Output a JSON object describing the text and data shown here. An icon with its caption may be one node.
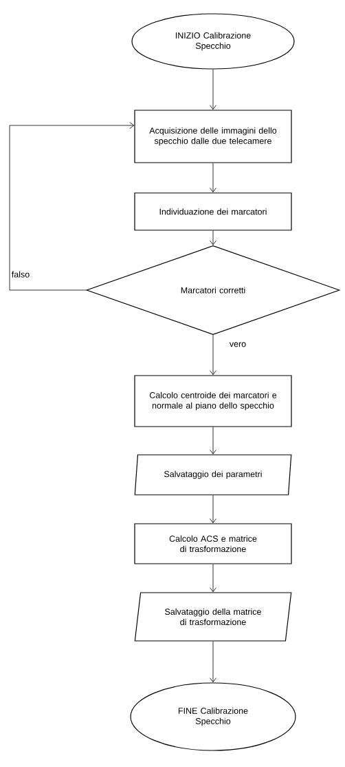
{
  "diagram": {
    "nodes": [
      {
        "text": [
          "INIZIO Calibrazione Specchio"
        ]
      },
      {
        "text": [
          "Acquisizione delle immagini dello specchio dalle due telecamere"
        ]
      },
      {
        "text": [
          "Individuazione dei marcatori"
        ]
      },
      {
        "text": [
          "Marcatori corretti"
        ]
      },
      {
        "text": [
          "Calcolo centroide dei marcatori e normale al piano dello specchio"
        ]
      },
      {
        "text": [
          "Salvataggio dei parametri"
        ]
      },
      {
        "text": [
          "Calcolo ACS e matrice di trasformazione"
        ]
      },
      {
        "text": [
          "Salvataggio della matrice di trasformazione"
        ]
      },
      {
        "text": [
          "FINE Calibrazione Specchio"
        ]
      }
    ],
    "edges": [
      {
        "from": 0,
        "to": 1,
        "arrow": "to"
      },
      {
        "from": 1,
        "to": 2,
        "arrow": "to"
      },
      {
        "from": 2,
        "to": 3,
        "arrow": "to"
      },
      {
        "from": 3,
        "to": 4,
        "arrow": "to",
        "label": "vero"
      },
      {
        "from": 4,
        "to": 5,
        "arrow": "to"
      },
      {
        "from": 5,
        "to": 6,
        "arrow": "to"
      },
      {
        "from": 6,
        "to": 7,
        "arrow": "to"
      },
      {
        "from": 7,
        "to": 8,
        "arrow": "to"
      },
      {
        "from": 3,
        "to": 1,
        "arrow": "to",
        "label": "falso"
      }
    ]
  }
}
